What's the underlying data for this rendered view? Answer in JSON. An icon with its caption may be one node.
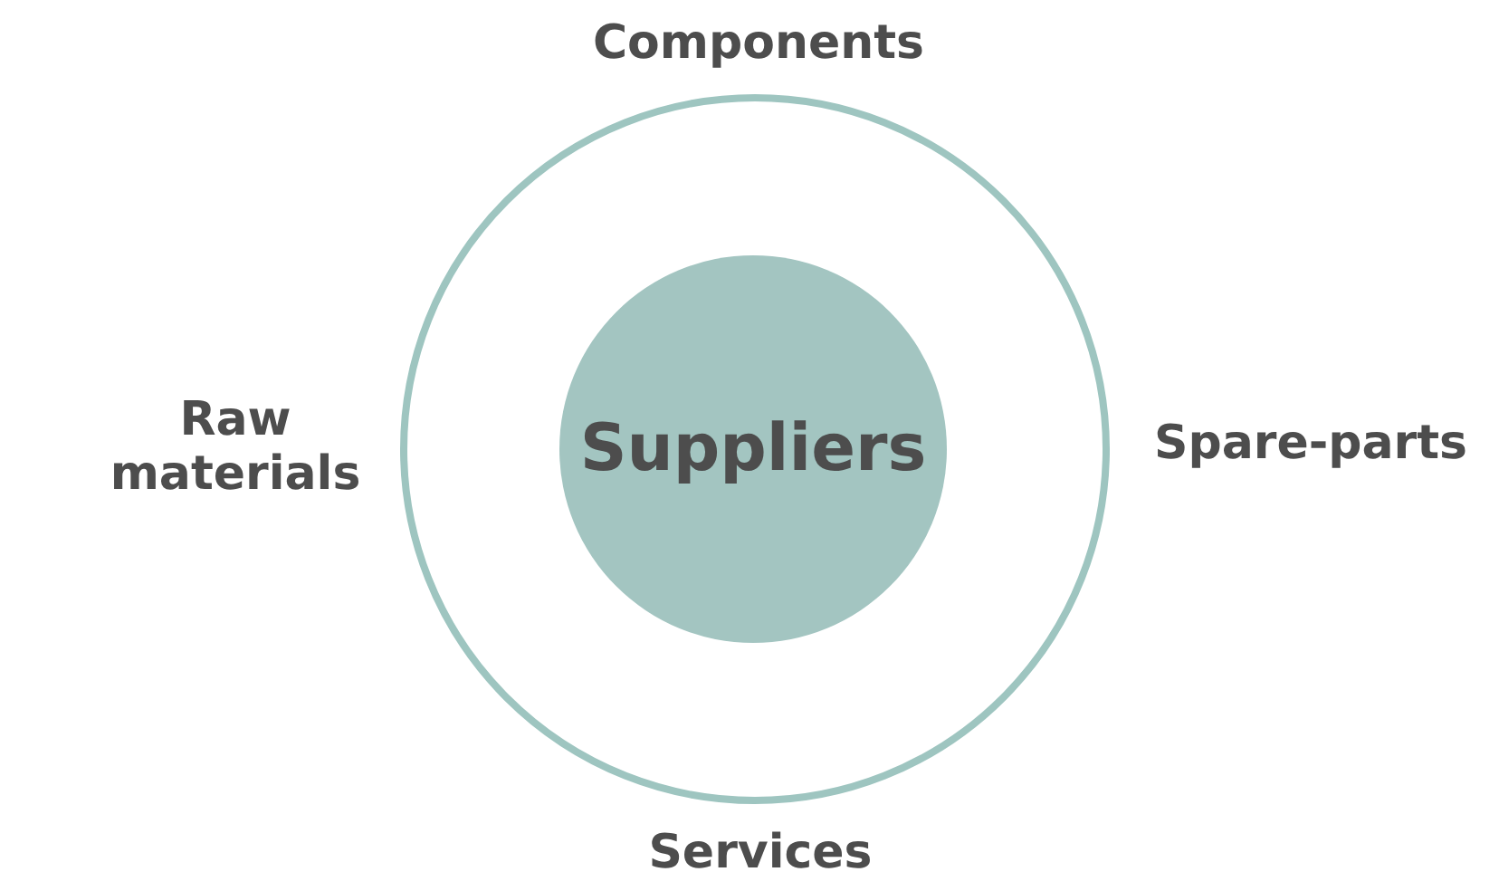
{
  "diagram": {
    "nodes": [
      {
        "text": [],
        "shape": "circle"
      },
      {
        "text": [
          "Suppliers"
        ],
        "in": 0
      }
    ],
    "labels": [
      "Components",
      "Raw materials",
      "Spare-parts",
      "Services"
    ]
  }
}
